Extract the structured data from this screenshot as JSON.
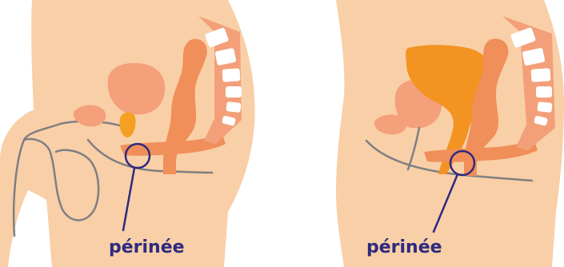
{
  "colors": {
    "skin": "#F9CFA7",
    "organ_dark": "#F08F5A",
    "organ_soft": "#F4A07A",
    "uterus": "#F39322",
    "bladder_male": "#F5A023",
    "spine": "#F3A07A",
    "vertebra": "#FFFFFF",
    "pelvic_floor_line": "#7F7F83",
    "marker_ring": "#2D2A7F",
    "label_text": "#2D2A7F",
    "background": "#FFFFFF"
  },
  "diagrams": [
    {
      "id": "male",
      "label": "périnée",
      "label_icon": "perineum-marker-circle"
    },
    {
      "id": "female",
      "label": "périnée",
      "label_icon": "perineum-marker-circle"
    }
  ]
}
